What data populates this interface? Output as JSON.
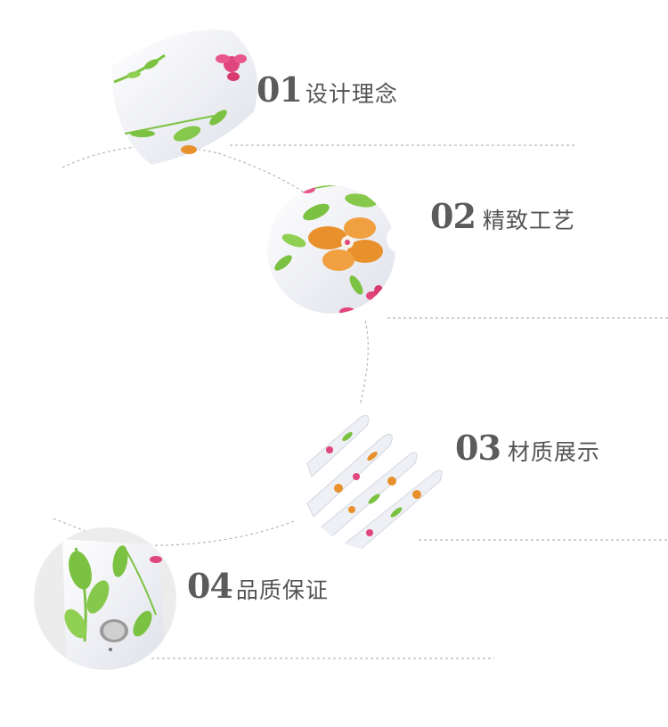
{
  "features": [
    {
      "number": "01",
      "title": "设计理念"
    },
    {
      "number": "02",
      "title": "精致工艺"
    },
    {
      "number": "03",
      "title": "材质展示"
    },
    {
      "number": "04",
      "title": "品质保证"
    }
  ],
  "colors": {
    "text": "#555555",
    "dotted_line": "#b8b8b8",
    "leaf_green": "#7cc242",
    "petal_pink": "#e0457b",
    "petal_orange": "#e8902c",
    "handle_white": "#eef0f6"
  },
  "icons": [
    "flower-pattern-handle",
    "flower-pattern-disc",
    "flower-pattern-tines",
    "flower-pattern-hole"
  ]
}
